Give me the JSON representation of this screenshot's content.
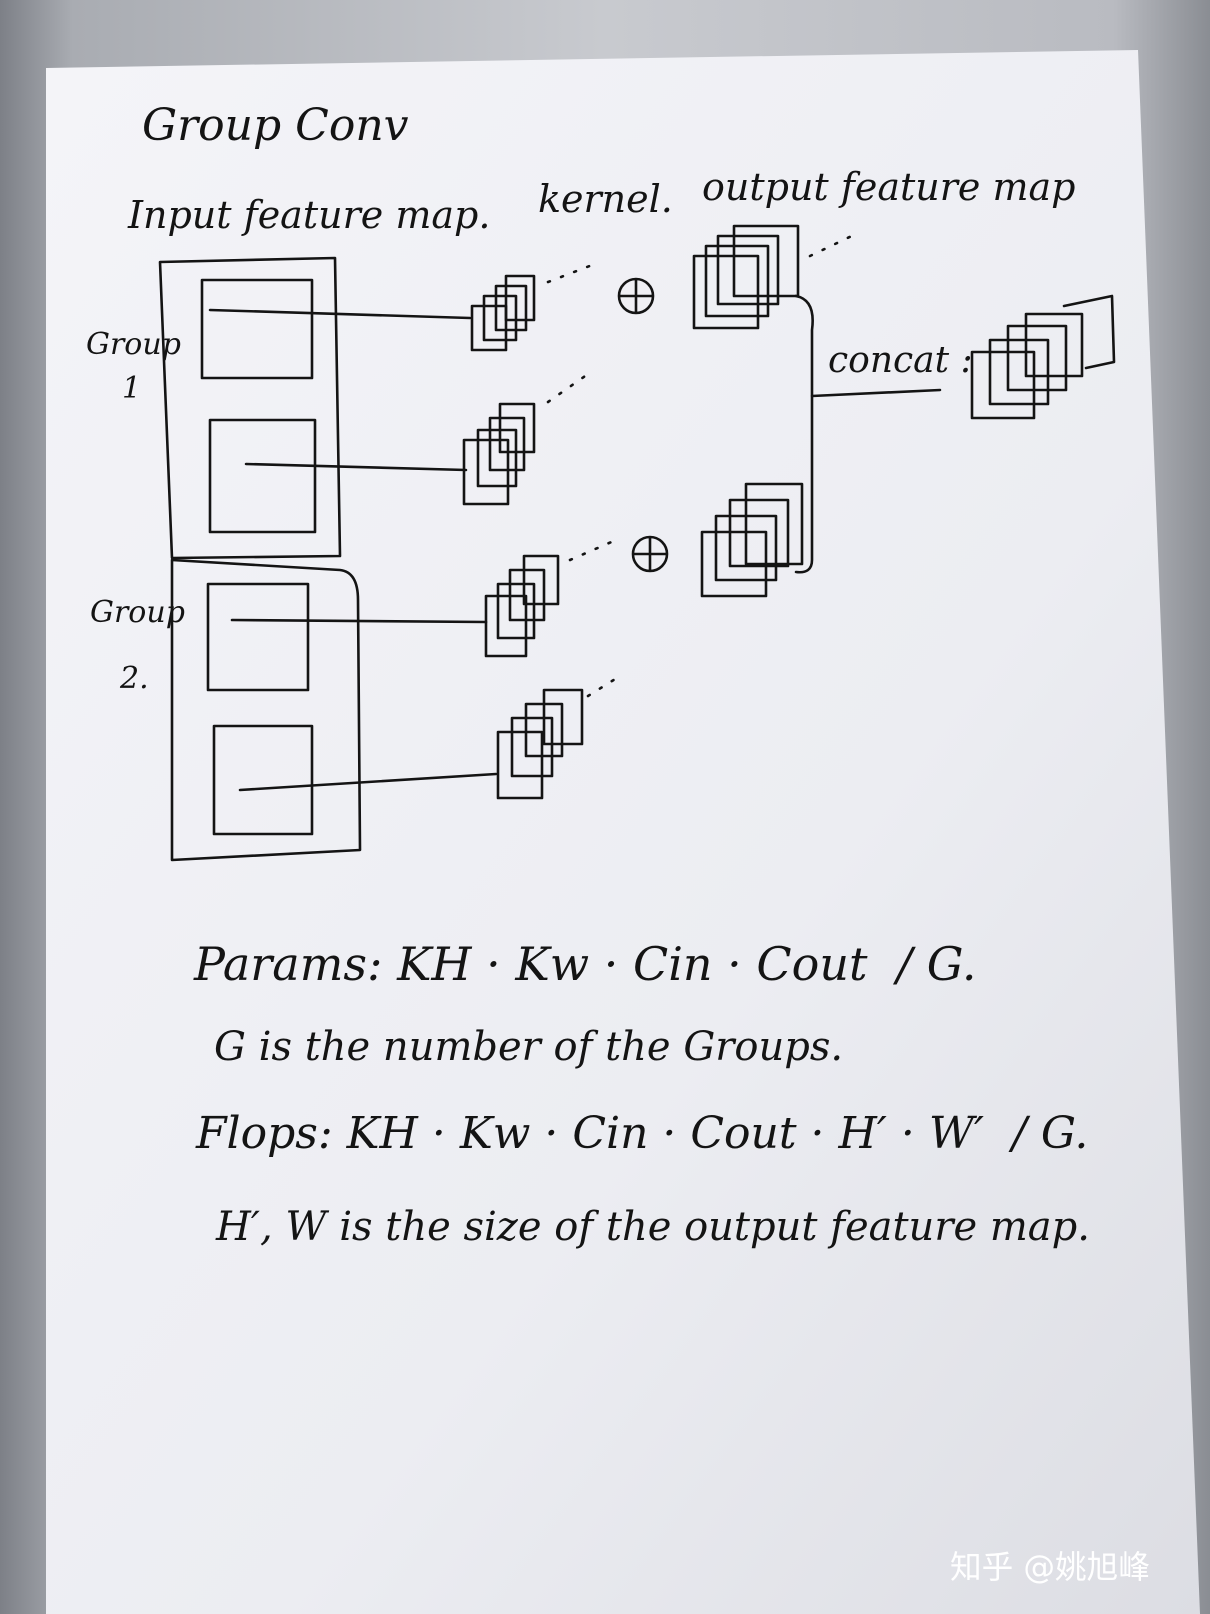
{
  "title": "Group Conv",
  "headers": {
    "input": "Input feature map.",
    "kernel": "kernel.",
    "output": "output feature map"
  },
  "groups": [
    {
      "label": "Group",
      "number": "1"
    },
    {
      "label": "Group",
      "number": "2."
    }
  ],
  "ops": {
    "sum_symbol": "⊕",
    "concat": "concat :"
  },
  "formulas": {
    "params": "Params: KH · Kw · Cin · Cout  / G.",
    "params_note": "G is the number of the Groups.",
    "flops": "Flops: KH · Kw · Cin · Cout · H′ · W′  / G.",
    "flops_note": "H′, W is the size of the output feature map."
  },
  "watermark": "知乎 @姚旭峰",
  "colors": {
    "ink": "#141414",
    "paper": "#f1f1f6"
  }
}
